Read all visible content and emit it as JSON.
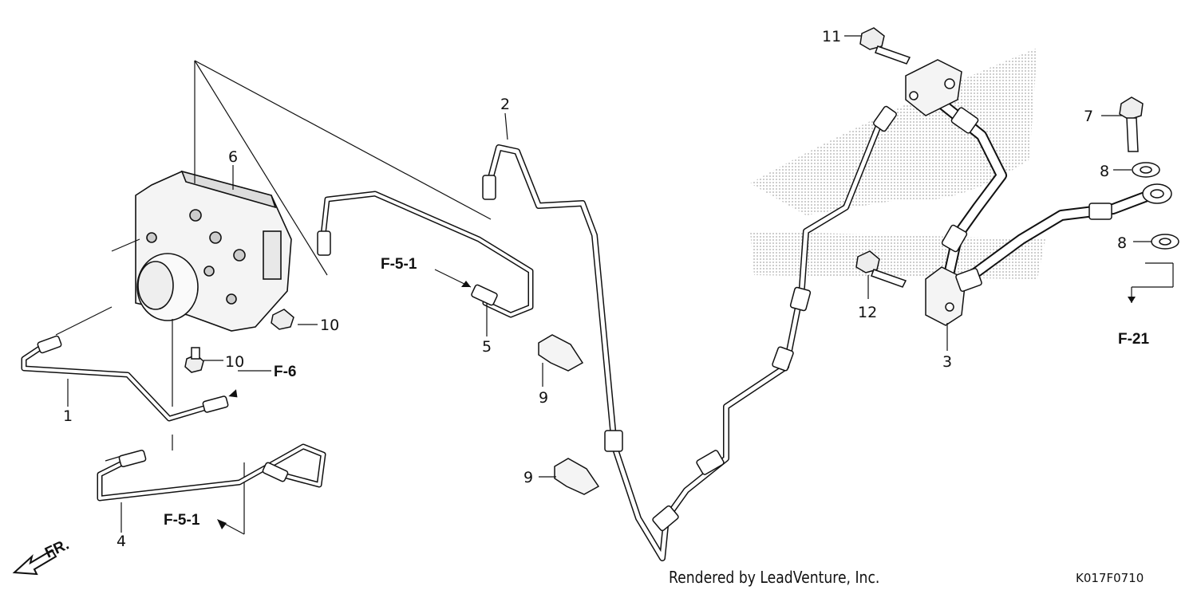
{
  "callouts": {
    "c1": "1",
    "c2": "2",
    "c3": "3",
    "c4": "4",
    "c5": "5",
    "c6": "6",
    "c7": "7",
    "c8a": "8",
    "c8b": "8",
    "c9a": "9",
    "c9b": "9",
    "c10a": "10",
    "c10b": "10",
    "c11": "11",
    "c12": "12"
  },
  "refs": {
    "f51_top": "F-5-1",
    "f51_bottom": "F-5-1",
    "f6": "F-6",
    "f21": "F-21"
  },
  "direction_label": "FR.",
  "footer": {
    "credit": "Rendered by LeadVenture, Inc.",
    "code": "K017F0710"
  }
}
